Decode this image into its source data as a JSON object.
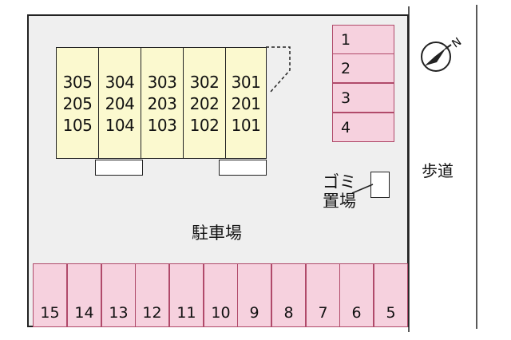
{
  "building": {
    "columns": [
      {
        "floors": [
          "305",
          "205",
          "105"
        ]
      },
      {
        "floors": [
          "304",
          "204",
          "104"
        ]
      },
      {
        "floors": [
          "303",
          "203",
          "103"
        ]
      },
      {
        "floors": [
          "302",
          "202",
          "102"
        ]
      },
      {
        "floors": [
          "301",
          "201",
          "101"
        ]
      }
    ]
  },
  "parking_right": [
    "1",
    "2",
    "3",
    "4"
  ],
  "parking_bottom": [
    "15",
    "14",
    "13",
    "12",
    "11",
    "10",
    "9",
    "8",
    "7",
    "6",
    "5"
  ],
  "labels": {
    "garbage_line1": "ゴミ",
    "garbage_line2": "置場",
    "parking_lot": "駐車場",
    "sidewalk": "歩道",
    "compass": "N"
  },
  "colors": {
    "building_fill": "#fbf9cf",
    "parking_fill": "#f6d1de",
    "parking_border": "#b04a6a",
    "lot_fill": "#efefef"
  }
}
